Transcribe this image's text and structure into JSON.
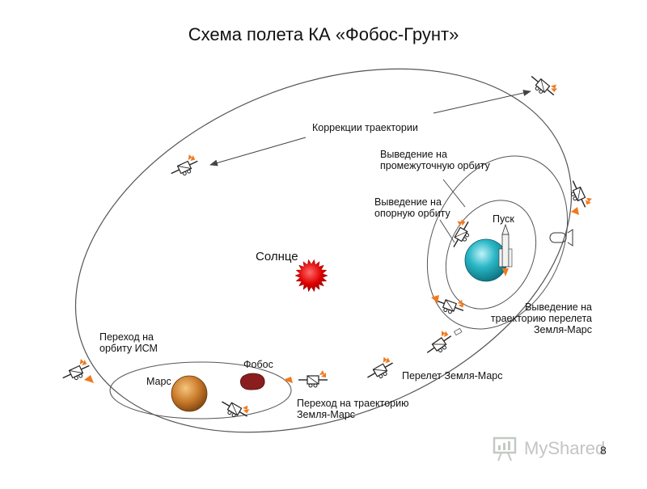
{
  "title": "Схема полета КА «Фобос-Грунт»",
  "labels": {
    "sun": "Солнце",
    "mars": "Марс",
    "phobos": "Фобос",
    "launch": "Пуск",
    "trajectory_correction": "Коррекции траектории",
    "intermediate_orbit_line1": "Выведение на",
    "intermediate_orbit_line2": "промежуточную орбиту",
    "reference_orbit_line1": "Выведение на",
    "reference_orbit_line2": "опорную орбиту",
    "transfer_injection_line1": "Выведение на",
    "transfer_injection_line2": "траекторию перелета",
    "transfer_injection_line3": "Земля-Марс",
    "earth_mars_flight": "Перелет Земля-Марс",
    "to_earth_mars_line1": "Переход на траекторию",
    "to_earth_mars_line2": "Земля-Марс",
    "to_ism_orbit_line1": "Переход на",
    "to_ism_orbit_line2": "орбиту ИСМ"
  },
  "watermark": {
    "text": "MyShared"
  },
  "page_number": "8",
  "colors": {
    "sun": "#e00000",
    "earth": "#2bb7c7",
    "mars": "#c97a2a",
    "phobos": "#8a1e1e",
    "engine_flame": "#f07a1e",
    "orbit_line": "#555555"
  },
  "icons": [
    "spacecraft-icon",
    "rocket-icon",
    "presentation-chart-icon"
  ]
}
